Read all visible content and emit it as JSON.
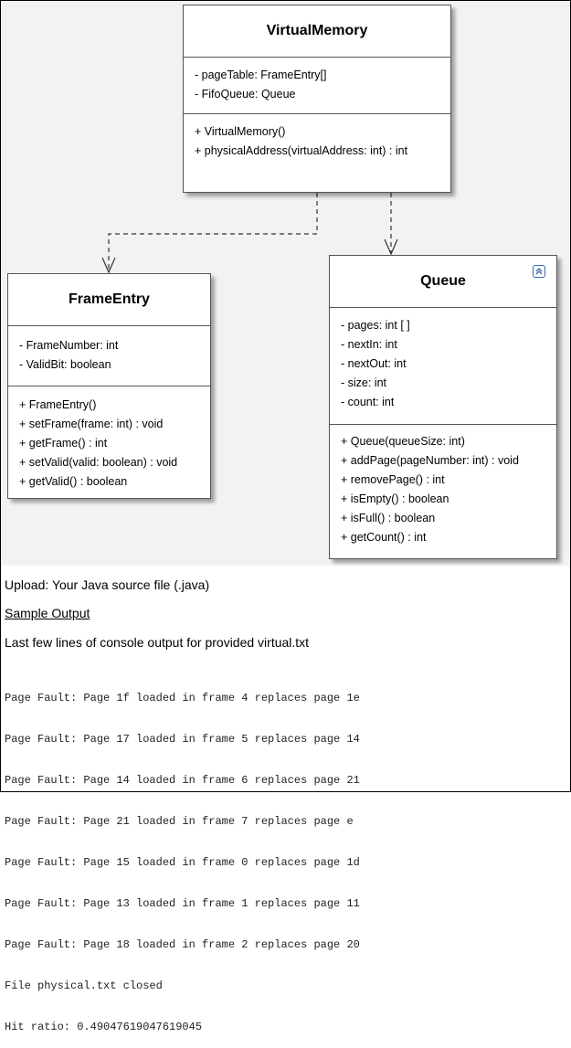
{
  "diagram": {
    "classes": {
      "virtual_memory": {
        "name": "VirtualMemory",
        "attributes": [
          "- pageTable: FrameEntry[]",
          "- FifoQueue: Queue"
        ],
        "operations": [
          "+ VirtualMemory()",
          "+ physicalAddress(virtualAddress: int) : int"
        ]
      },
      "frame_entry": {
        "name": "FrameEntry",
        "attributes": [
          "- FrameNumber: int",
          "- ValidBit: boolean"
        ],
        "operations": [
          "+ FrameEntry()",
          "+ setFrame(frame: int) : void",
          "+ getFrame() : int",
          "+ setValid(valid: boolean) : void",
          "+ getValid() : boolean"
        ]
      },
      "queue": {
        "name": "Queue",
        "attributes": [
          "- pages: int [ ]",
          "- nextIn: int",
          "- nextOut: int",
          "- size: int",
          "- count: int"
        ],
        "operations": [
          "+ Queue(queueSize: int)",
          "+ addPage(pageNumber: int) : void",
          "+ removePage() : int",
          "+ isEmpty() : boolean",
          "+ isFull() : boolean",
          "+ getCount() : int"
        ]
      }
    },
    "colors": {
      "background": "#f2f2f2",
      "class_border": "#555555",
      "connector": "#333333",
      "collapse_icon": "#3a64b6"
    },
    "icons": [
      "collapse-up-icon"
    ]
  },
  "upload_text": "Upload: Your Java source file (.java)",
  "sample_output_heading": "Sample Output",
  "console_intro": "Last few lines of console output for provided virtual.txt",
  "console_lines": [
    "Page Fault: Page 1f loaded in frame 4 replaces page 1e",
    "Page Fault: Page 17 loaded in frame 5 replaces page 14",
    "Page Fault: Page 14 loaded in frame 6 replaces page 21",
    "Page Fault: Page 21 loaded in frame 7 replaces page e",
    "Page Fault: Page 15 loaded in frame 0 replaces page 1d",
    "Page Fault: Page 13 loaded in frame 1 replaces page 11",
    "Page Fault: Page 18 loaded in frame 2 replaces page 20",
    "File physical.txt closed",
    "Hit ratio: 0.49047619047619045"
  ]
}
